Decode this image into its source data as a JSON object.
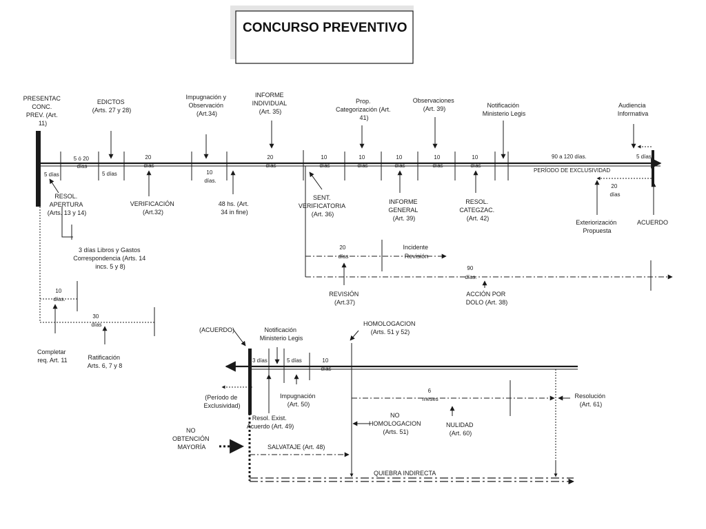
{
  "title": "CONCURSO PREVENTIVO",
  "main": {
    "presentac": [
      "PRESENTAC",
      "CONC.",
      "PREV. (Art.",
      "11)"
    ],
    "edictos": [
      "EDICTOS",
      "(Arts. 27 y 28)"
    ],
    "impugnacion": [
      "Impugnación y",
      "Observación",
      "(Art.34)"
    ],
    "informe_individual": [
      "INFORME",
      "INDIVIDUAL",
      "(Art. 35)"
    ],
    "prop_categorizacion": [
      "Prop.",
      "Categorización (Art.",
      "41)"
    ],
    "observaciones": [
      "Observaciones",
      "(Art. 39)"
    ],
    "notificacion": [
      "Notificación",
      "Ministerio Legis"
    ],
    "audiencia": [
      "Audiencia",
      "Informativa"
    ],
    "dur_5dias": "5 días",
    "dur_5o20": "5 ó 20",
    "dur_5o20_sub": "días",
    "dur_5dias_b": "5 días",
    "dur_20": "20",
    "dur_20_sub": "días",
    "dur_10a": "10",
    "dur_10a_sub": "días.",
    "dur_20b": "20",
    "dur_20b_sub": "días",
    "dur_10b": "10",
    "dur_10b_sub": "días",
    "dur_10c": "10",
    "dur_10c_sub": "días",
    "dur_10d": "10",
    "dur_10d_sub": "días",
    "dur_10e": "10",
    "dur_10e_sub": "días",
    "dur_10f": "10",
    "dur_10f_sub": "días",
    "dur_90a120": "90 a 120 días.",
    "periodo": "PERÍODO DE EXCLUSIVIDAD",
    "dur_5dias_c": "5 días",
    "dur_20dias_c": [
      "20",
      "días"
    ],
    "resol_apertura": [
      "RESOL.",
      "APERTURA",
      "(Arts. 13 y 14)"
    ],
    "verificacion": [
      "VERIFICACIÓN",
      "(Art.32)"
    ],
    "hs48": [
      "48 hs. (Art.",
      "34 in fine)"
    ],
    "sent_verif": [
      "SENT.",
      "VERIFICATORIA",
      "(Art. 36)"
    ],
    "informe_general": [
      "INFORME",
      "GENERAL",
      "(Art. 39)"
    ],
    "resol_categ": [
      "RESOL.",
      "CATEGZAC.",
      "(Art. 42)"
    ],
    "exteriorizacion": [
      "Exteriorización",
      "Propuesta"
    ],
    "acuerdo": "ACUERDO",
    "libros": [
      "3 días Libros y Gastos",
      "Correspondencia (Arts. 14",
      "incs. 5 y 8)"
    ],
    "dias10": [
      "10",
      "días."
    ],
    "dias30": [
      "30",
      "días"
    ],
    "completar": [
      "Completar",
      "req. Art. 11"
    ],
    "ratificacion": [
      "Ratificación",
      "Arts. 6, 7 y 8"
    ],
    "incidente": [
      "Incidente",
      "Revisión"
    ],
    "rev20": [
      "20",
      "días"
    ],
    "revision": [
      "REVISIÓN",
      "(Art.37)"
    ],
    "dias90": [
      "90",
      "días."
    ],
    "accion_dolo": [
      "ACCIÓN POR",
      "DOLO (Art. 38)"
    ]
  },
  "lower": {
    "acuerdo_paren": "(ACUERDO)",
    "notificacion": [
      "Notificación",
      "Ministerio Legis"
    ],
    "homologacion": [
      "HOMOLOGACION",
      "(Arts. 51 y 52)"
    ],
    "dias3": "3 días",
    "dias5": "5 días",
    "dias10": [
      "10",
      "días"
    ],
    "periodo_excl": [
      "(Período de",
      "Exclusividad)"
    ],
    "impugnacion": [
      "Impugnación",
      "(Art. 50)"
    ],
    "resol_exist": [
      "Resol. Exist.",
      "Acuerdo (Art. 49)"
    ],
    "meses6": [
      "6",
      "meses"
    ],
    "resolucion": [
      "Resolución",
      "(Art. 61)"
    ],
    "no_homologacion": [
      "NO",
      "HOMOLOGACION",
      "(Arts. 51)"
    ],
    "nulidad": [
      "NULIDAD",
      "(Art. 60)"
    ],
    "no_obtencion": [
      "NO",
      "OBTENCIÓN",
      "MAYORÍA"
    ],
    "salvataje": "SALVATAJE (Art. 48)",
    "quiebra": "QUIEBRA INDIRECTA"
  }
}
